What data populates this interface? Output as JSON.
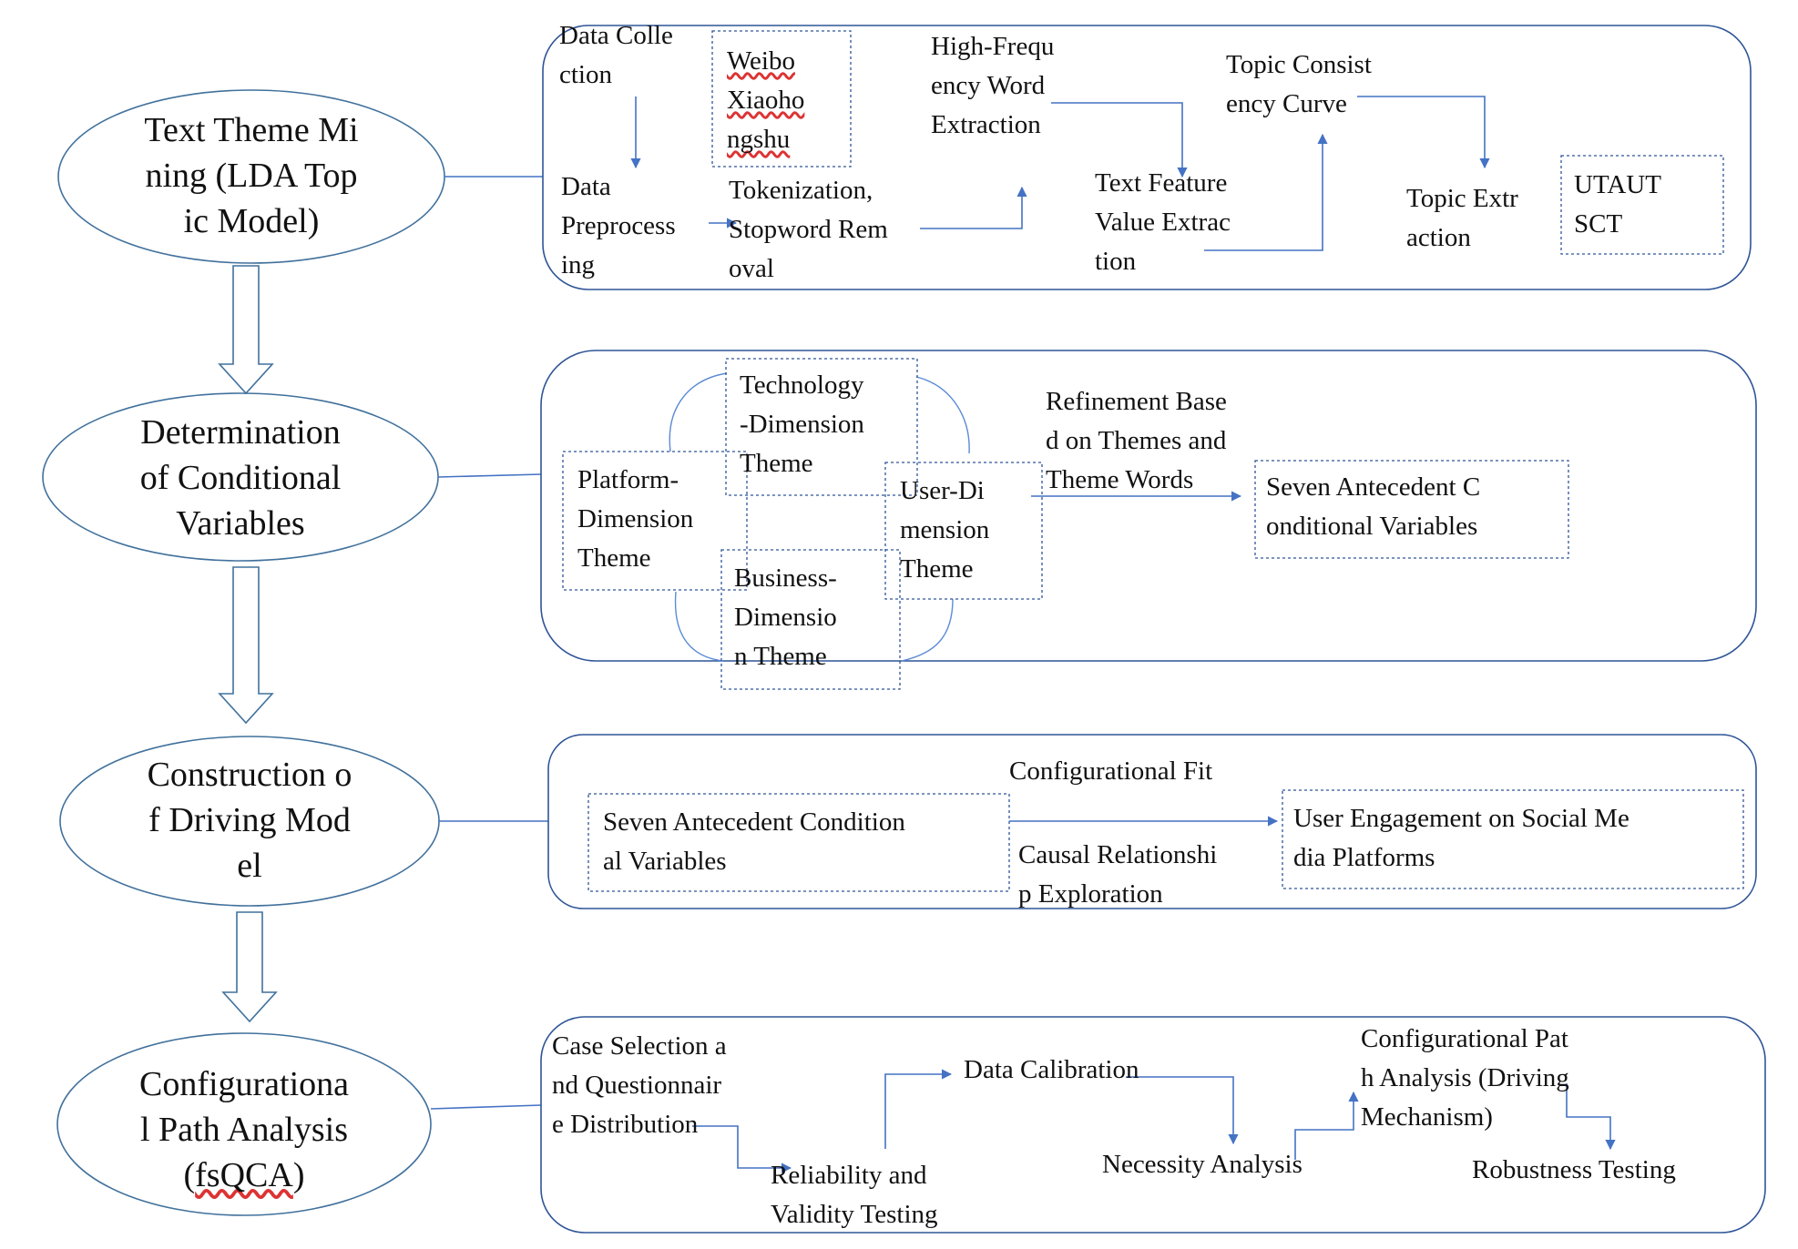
{
  "stages": [
    {
      "id": "text-theme-mining",
      "label": "Text Theme Mi\nning (LDA Top\nic Model)"
    },
    {
      "id": "conditional-variables",
      "label": "Determination\nof Conditional\nVariables"
    },
    {
      "id": "driving-model",
      "label": "Construction o\nf Driving Mod\nel"
    },
    {
      "id": "configurational-path",
      "label": "Configurationa\nl Path Analysis\n(fsQCA)"
    }
  ],
  "mining": {
    "data_collection": "Data Colle\nction",
    "sources": "Weibo\nXiaoho\nngshu",
    "data_preprocessing": "Data\nPreprocess\ning",
    "tokenization": "Tokenization,\nStopword Rem\noval",
    "high_frequency": "High-Frequ\nency Word\nExtraction",
    "text_feature": "Text Feature\nValue Extrac\ntion",
    "topic_consistency": "Topic Consist\nency Curve",
    "topic_extraction": "Topic Extr\naction",
    "theories": "UTAUT\nSCT"
  },
  "variables": {
    "technology_theme": "Technology\n-Dimension\nTheme",
    "platform_theme": "Platform-\nDimension\nTheme",
    "user_theme": "User-Di\nmension\nTheme",
    "business_theme": "Business-\nDimensio\nn Theme",
    "refinement": "Refinement Base\nd on Themes and\nTheme Words",
    "seven_variables": "Seven Antecedent C\nonditional Variables"
  },
  "model": {
    "antecedents": "Seven Antecedent Condition\nal Variables",
    "configurational_fit": "Configurational Fit",
    "causal_exploration": "Causal Relationshi\np Exploration",
    "user_engagement": "User Engagement on Social Me\ndia Platforms"
  },
  "analysis": {
    "case_selection": "Case Selection a\nnd Questionnair\ne Distribution",
    "reliability": "Reliability and\nValidity Testing",
    "calibration": "Data Calibration",
    "necessity": "Necessity Analysis",
    "config_path": "Configurational Pat\nh Analysis (Driving\nMechanism)",
    "robustness": "Robustness Testing"
  },
  "colors": {
    "frame": "#2f5597",
    "arrow": "#4472c4",
    "oval_stroke": "#41719c",
    "spellcheck": "#dd3333"
  }
}
